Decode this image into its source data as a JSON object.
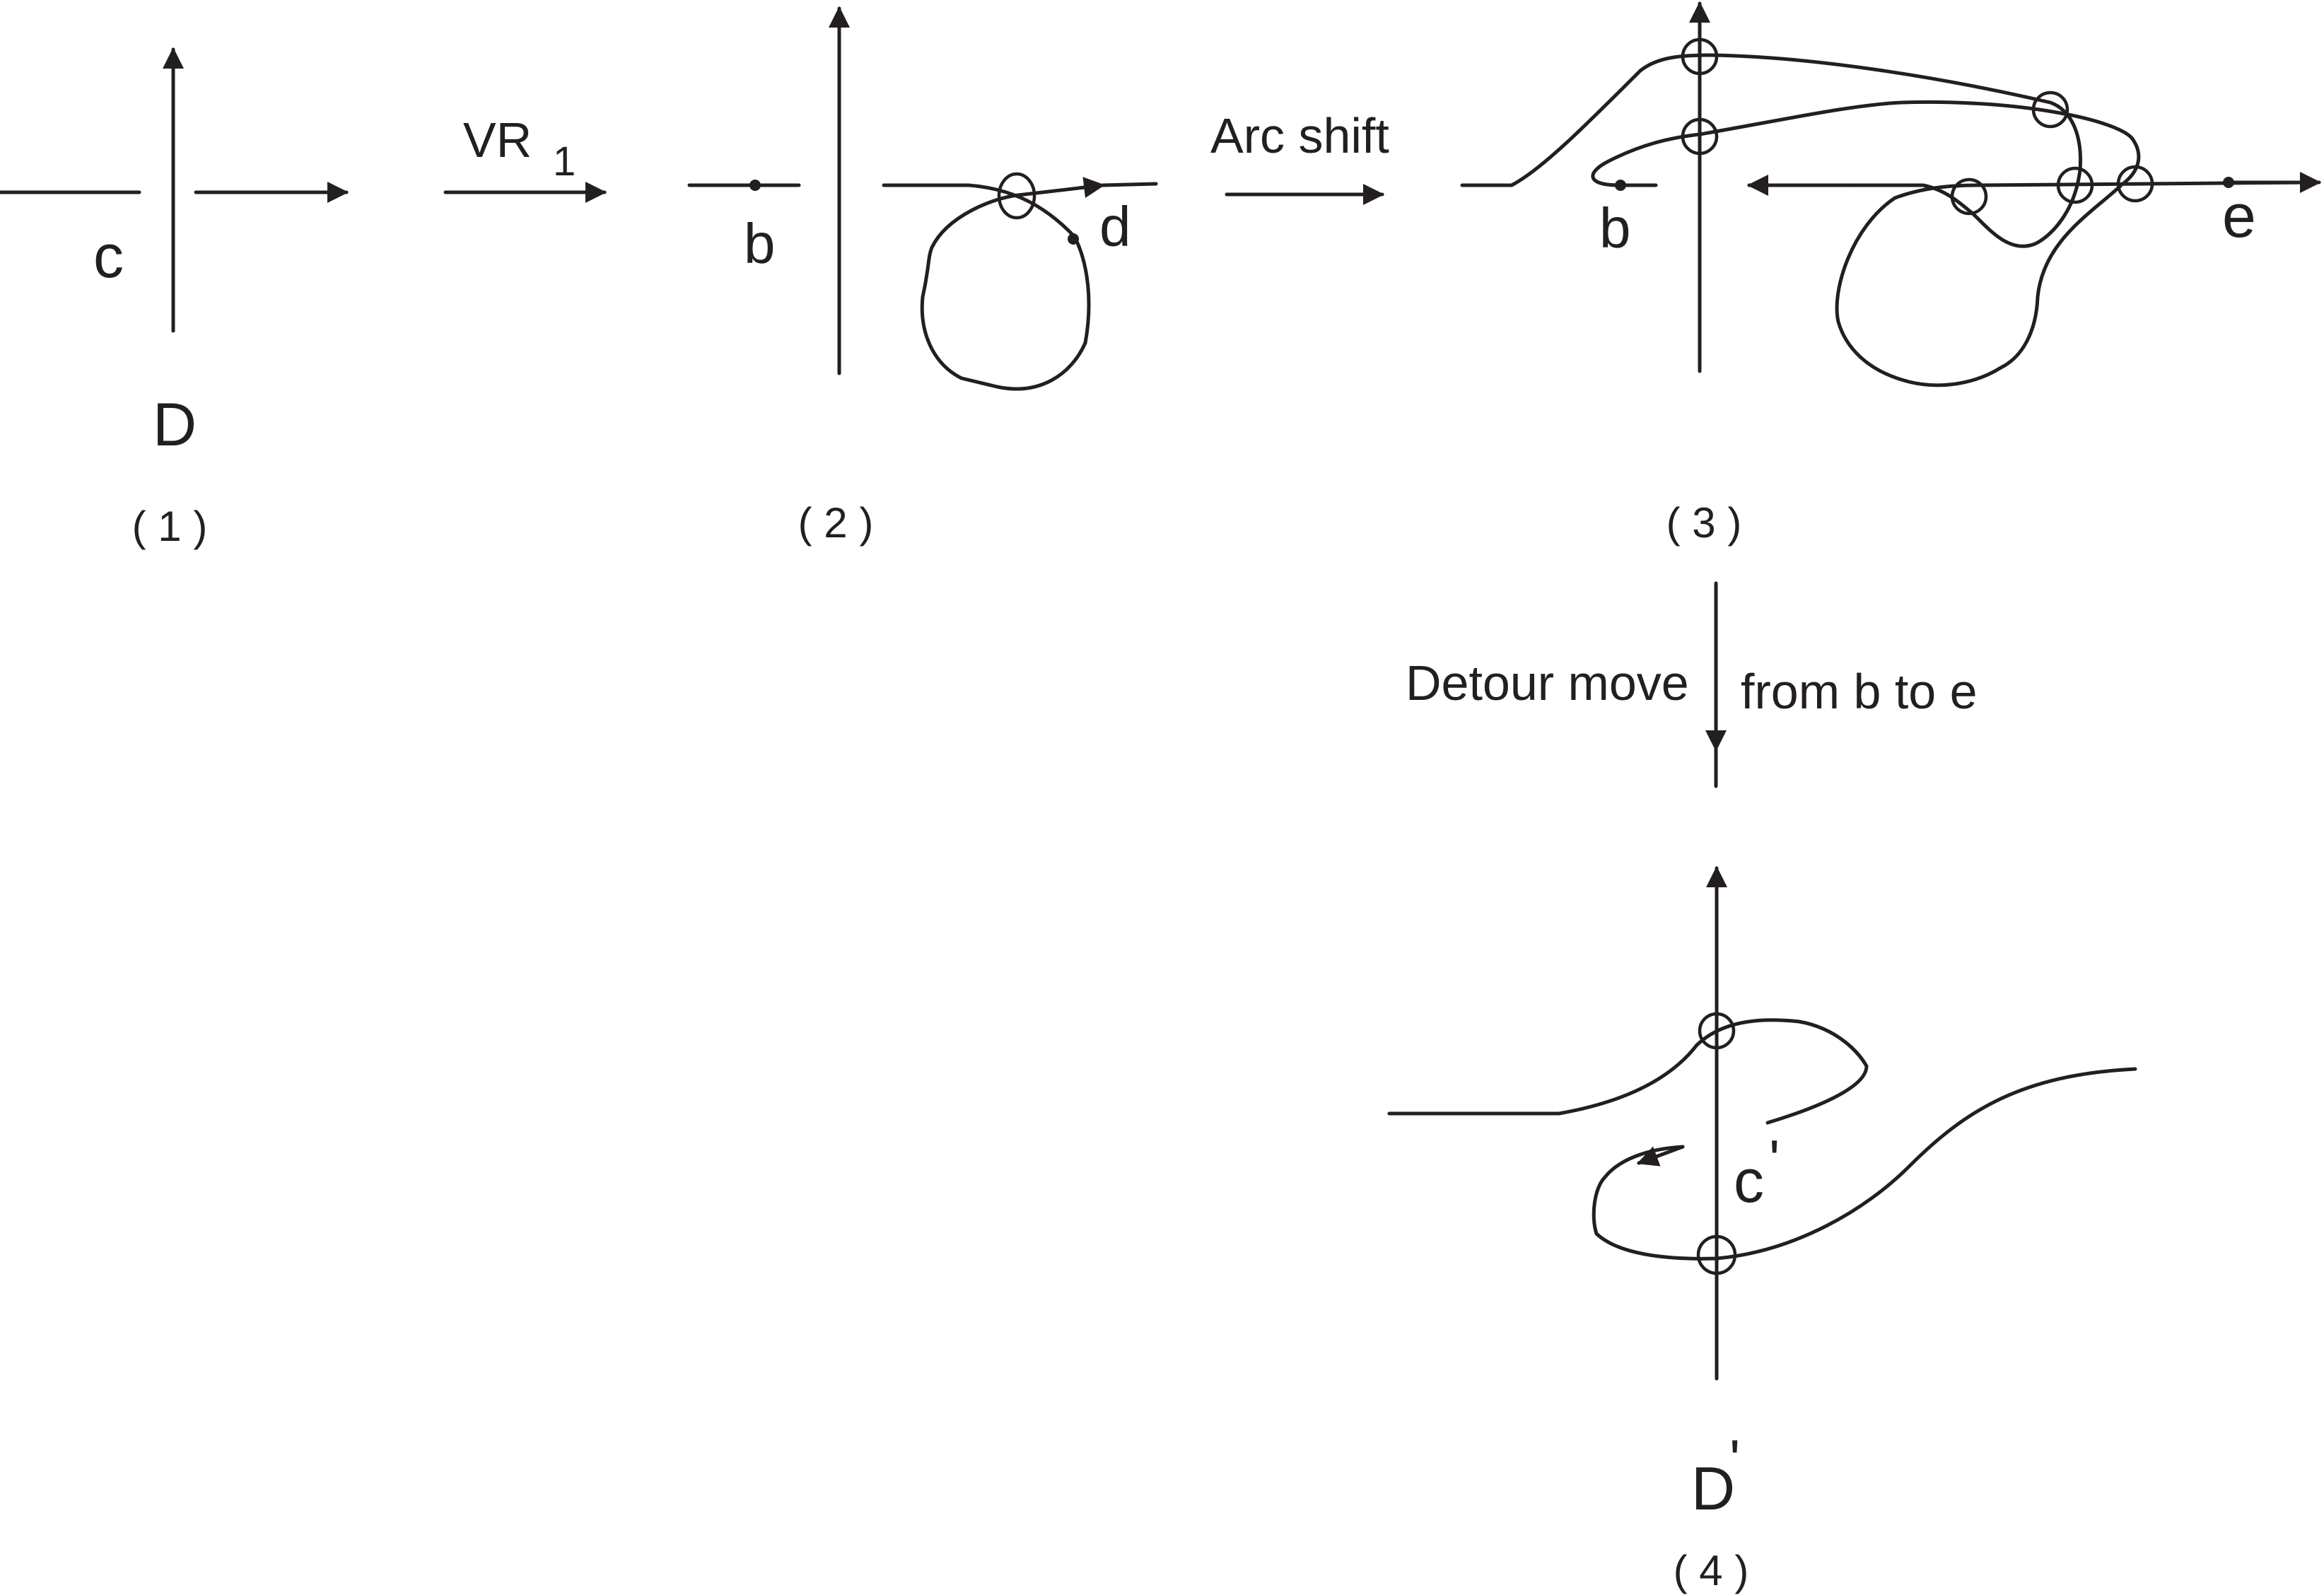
{
  "panels": {
    "p1": {
      "caption": "( 1 )",
      "crossing_label": "c",
      "diagram_label": "D"
    },
    "p2": {
      "caption": "( 2 )",
      "point_b": "b",
      "point_d": "d"
    },
    "p3": {
      "caption": "( 3 )",
      "point_b": "b",
      "point_e": "e"
    },
    "p4": {
      "caption": "( 4 )",
      "crossing_label": "c",
      "crossing_prime": "'",
      "diagram_label": "D",
      "diagram_prime": "'"
    }
  },
  "transitions": {
    "vr1": {
      "label": "VR",
      "subscript": "1"
    },
    "arc_shift": {
      "label": "Arc shift"
    },
    "detour": {
      "label_left": "Detour move",
      "label_right": "from b to e"
    }
  },
  "colors": {
    "ink": "#231f20",
    "background": "#ffffff"
  }
}
